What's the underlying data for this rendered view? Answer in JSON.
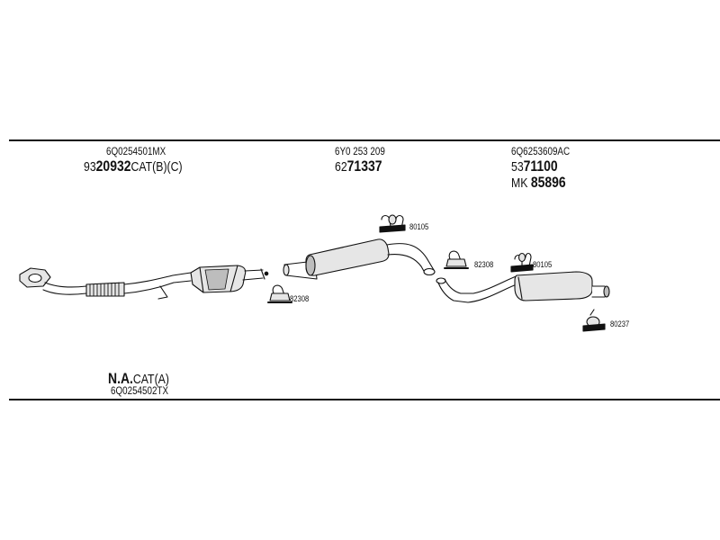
{
  "parts": {
    "front_oem": "6Q0254501MX",
    "front_pn_prefix": "93",
    "front_pn_main": "20932",
    "front_pn_suffix": "CAT(B)(C)",
    "mid_oem": "6Y0 253 209",
    "mid_pn_prefix": "62",
    "mid_pn_main": "71337",
    "rear_oem": "6Q6253609AC",
    "rear_pn_prefix": "53",
    "rear_pn_main": "71100",
    "rear_kit_prefix": "MK",
    "rear_kit_main": "85896",
    "alt_pn_main": "N.A.",
    "alt_pn_suffix": "CAT(A)",
    "alt_oem": "6Q0254502TX"
  },
  "hardware": {
    "hanger_top": "80105",
    "clamp_right": "82308",
    "hanger_right": "80105",
    "clamp_left": "82308",
    "tail_mount": "80237"
  },
  "colors": {
    "line": "#111111",
    "fill": "#e6e6e6",
    "shade": "#bdbdbd"
  }
}
